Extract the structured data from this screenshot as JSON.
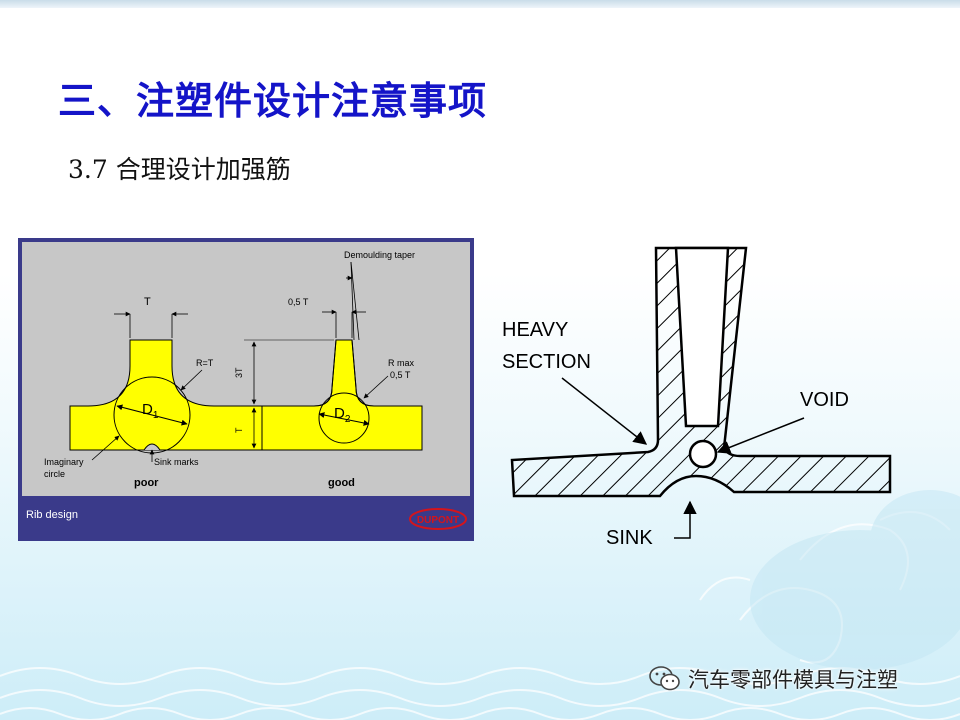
{
  "slide": {
    "title": "三、注塑件设计注意事项",
    "subtitle": "3.7  合理设计加强筋"
  },
  "left_figure": {
    "panel_color": "#c7c7c7",
    "frame_color": "#3a3a8a",
    "fill_color": "#ffff00",
    "labels": {
      "demoulding_taper": "Demoulding taper",
      "thickness_T": "T",
      "half_T": "0,5 T",
      "radius_equals_T": "R=T",
      "r_max": "R max",
      "r_max_value": "0,5 T",
      "height_3T": "3T",
      "base_T": "T",
      "d1_letter": "D",
      "d1_sub": "1",
      "d2_letter": "D",
      "d2_sub": "2",
      "imaginary_line1": "Imaginary",
      "imaginary_line2": "circle",
      "sink_marks": "Sink marks",
      "poor": "poor",
      "good": "good",
      "rib_design": "Rib design",
      "logo": "DUPONT"
    }
  },
  "right_figure": {
    "labels": {
      "heavy": "HEAVY",
      "section": "SECTION",
      "void": "VOID",
      "sink": "SINK"
    }
  },
  "watermark": {
    "text": "汽车零部件模具与注塑",
    "icon": "wechat-icon"
  }
}
